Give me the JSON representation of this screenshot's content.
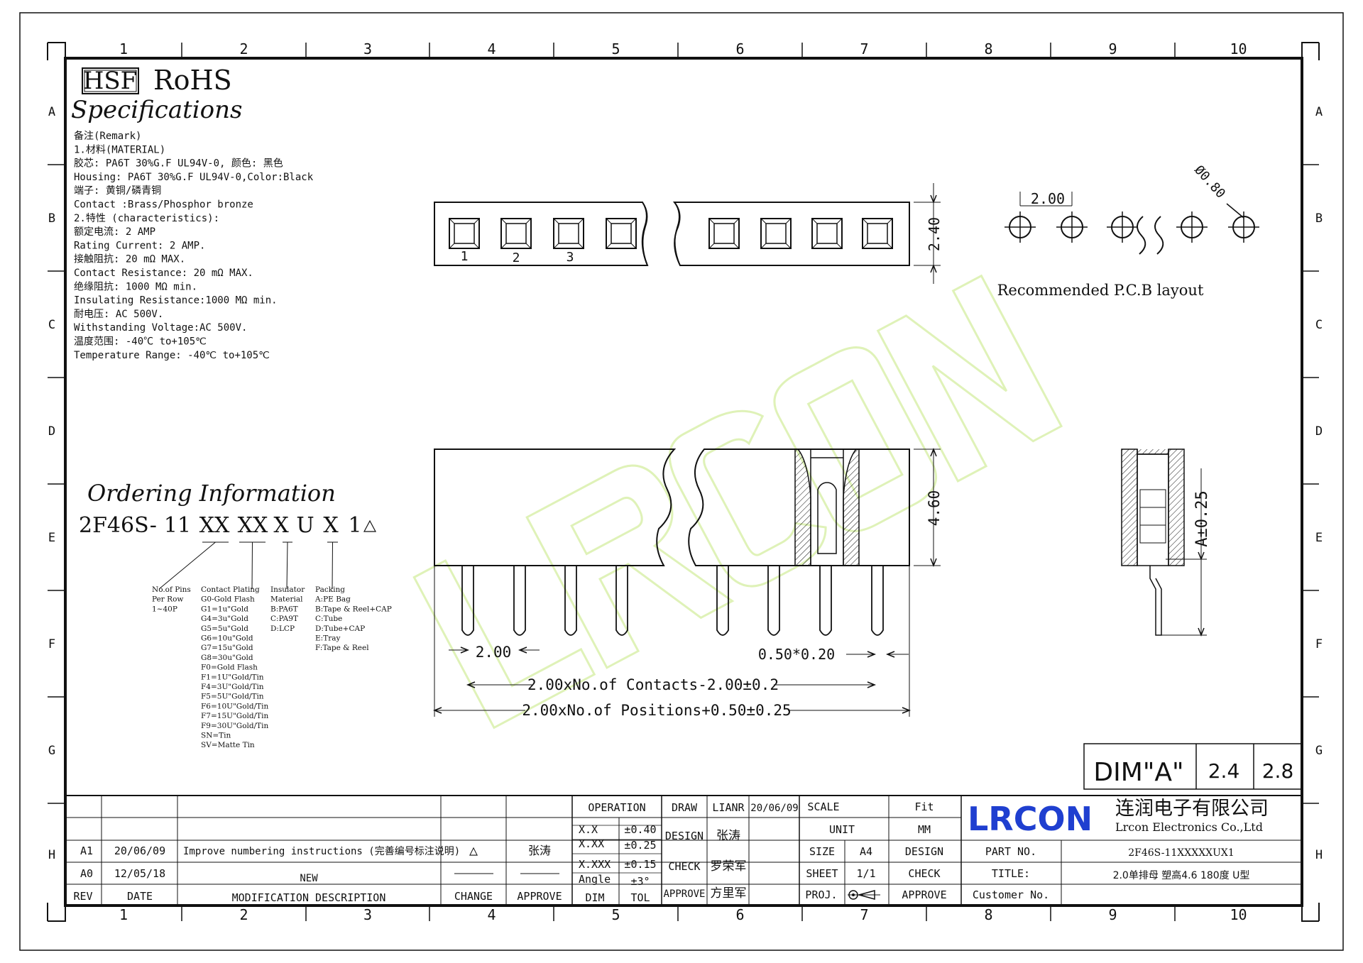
{
  "grid": {
    "cols": [
      "1",
      "2",
      "3",
      "4",
      "5",
      "6",
      "7",
      "8",
      "9",
      "10"
    ],
    "rows": [
      "A",
      "B",
      "C",
      "D",
      "E",
      "F",
      "G",
      "H"
    ]
  },
  "header": {
    "hsf": "HSF",
    "rohs": "RoHS"
  },
  "specs": {
    "title": "Specifications",
    "lines": [
      "备注(Remark)",
      "1.材料(MATERIAL)",
      "胶芯: PA6T 30%G.F UL94V-0, 颜色: 黑色",
      "Housing: PA6T 30%G.F UL94V-0,Color:Black",
      "端子: 黄铜/磷青铜",
      "Contact :Brass/Phosphor bronze",
      "2.特性 (characteristics):",
      "额定电流: 2 AMP",
      "Rating Current: 2 AMP.",
      "接触阻抗: 20 mΩ MAX.",
      "Contact Resistance: 20 mΩ MAX.",
      "绝缘阻抗: 1000 MΩ min.",
      "Insulating Resistance:1000 MΩ min.",
      "耐电压: AC 500V.",
      "Withstanding Voltage:AC 500V.",
      "温度范围: -40℃ to+105℃",
      "Temperature Range: -40℃ to+105℃"
    ]
  },
  "top_view": {
    "pin_labels": [
      "1",
      "2",
      "3"
    ],
    "height_dim": "2.40"
  },
  "pcb_layout": {
    "pitch": "2.00",
    "hole": "Ø0.80",
    "caption": "Recommended P.C.B layout"
  },
  "ordering": {
    "title": "Ordering Information",
    "part_prefix": "2F46S-",
    "part_fields": [
      "11",
      "XX",
      "XX",
      "X",
      "U",
      "X",
      "1"
    ],
    "legend": [
      {
        "lines": [
          "No.of Pins",
          "Per Row",
          "1~40P"
        ]
      },
      {
        "lines": [
          "Contact Plating",
          "G0-Gold Flash",
          "G1=1u\"Gold",
          "G4=3u\"Gold",
          "G5=5u\"Gold",
          "G6=10u\"Gold",
          "G7=15u\"Gold",
          "G8=30u\"Gold",
          "F0=Gold Flash",
          "F1=1U\"Gold/Tin",
          "F4=3U\"Gold/Tin",
          "F5=5U\"Gold/Tin",
          "F6=10U\"Gold/Tin",
          "F7=15U\"Gold/Tin",
          "F9=30U\"Gold/Tin",
          "SN=Tin",
          "SV=Matte Tin"
        ]
      },
      {
        "lines": [
          "Insulator",
          "Material",
          "B:PA6T",
          "C:PA9T",
          "D:LCP"
        ]
      },
      {
        "lines": [
          "Packing",
          "A:PE Bag",
          "B:Tape & Reel+CAP",
          "C:Tube",
          "D:Tube+CAP",
          "E:Tray",
          "F:Tape & Reel"
        ]
      }
    ]
  },
  "front_view": {
    "dim_height": "4.60",
    "dim_pitch": "2.00",
    "dim_pin": "0.50*0.20",
    "dim_contacts": "2.00xNo.of Contacts-2.00±0.2",
    "dim_positions": "2.00xNo.of Positions+0.50±0.25"
  },
  "side_view": {
    "dim": "A±0.25"
  },
  "dim_table": {
    "label": "DIM\"A\"",
    "values": [
      "2.4",
      "2.8"
    ]
  },
  "revisions": [
    {
      "rev": "A1",
      "date": "20/06/09",
      "desc": "Improve numbering instructions (完善编号标注说明)",
      "change": "△",
      "approve": "张涛"
    },
    {
      "rev": "A0",
      "date": "12/05/18",
      "desc": "NEW",
      "change": "",
      "approve": ""
    }
  ],
  "rev_header": {
    "rev": "REV",
    "date": "DATE",
    "desc": "MODIFICATION DESCRIPTION",
    "change": "CHANGE",
    "approve": "APPROVE"
  },
  "tolerance": {
    "title": "OPERATION",
    "rows": [
      [
        "X.X",
        "±0.40"
      ],
      [
        "X.XX",
        "±0.25"
      ],
      [
        "X.XXX",
        "±0.15"
      ],
      [
        "Angle",
        "±3°"
      ]
    ],
    "dim": "DIM",
    "tol": "TOL"
  },
  "signoff": {
    "draw": "DRAW",
    "draw_name": "LIANR",
    "draw_date": "20/06/09",
    "design": "DESIGN",
    "design_name": "张涛",
    "check": "CHECK",
    "check_name": "罗荣军",
    "approve": "APPROVE",
    "approve_name": "方里军"
  },
  "meta": {
    "scale": "SCALE",
    "scale_val": "Fit",
    "unit": "UNIT",
    "unit_val": "MM",
    "size": "SIZE",
    "size_val": "A4",
    "sheet": "SHEET",
    "sheet_val": "1/1",
    "proj": "PROJ.",
    "design": "DESIGN",
    "check": "CHECK",
    "approve": "APPROVE"
  },
  "company": {
    "logo": "LRCON",
    "name_cn": "连润电子有限公司",
    "name_en": "Lrcon Electronics Co.,Ltd"
  },
  "part": {
    "part_no_label": "PART NO.",
    "part_no": "2F46S-11XXXXXUX1",
    "title_label": "TITLE:",
    "title": "2.0单排母 塑高4.6 180度 U型",
    "customer_label": "Customer No.",
    "customer": ""
  },
  "colors": {
    "ink": "#111111",
    "logo_blue": "#1f3fd0",
    "watermark": "#dff2b8"
  }
}
